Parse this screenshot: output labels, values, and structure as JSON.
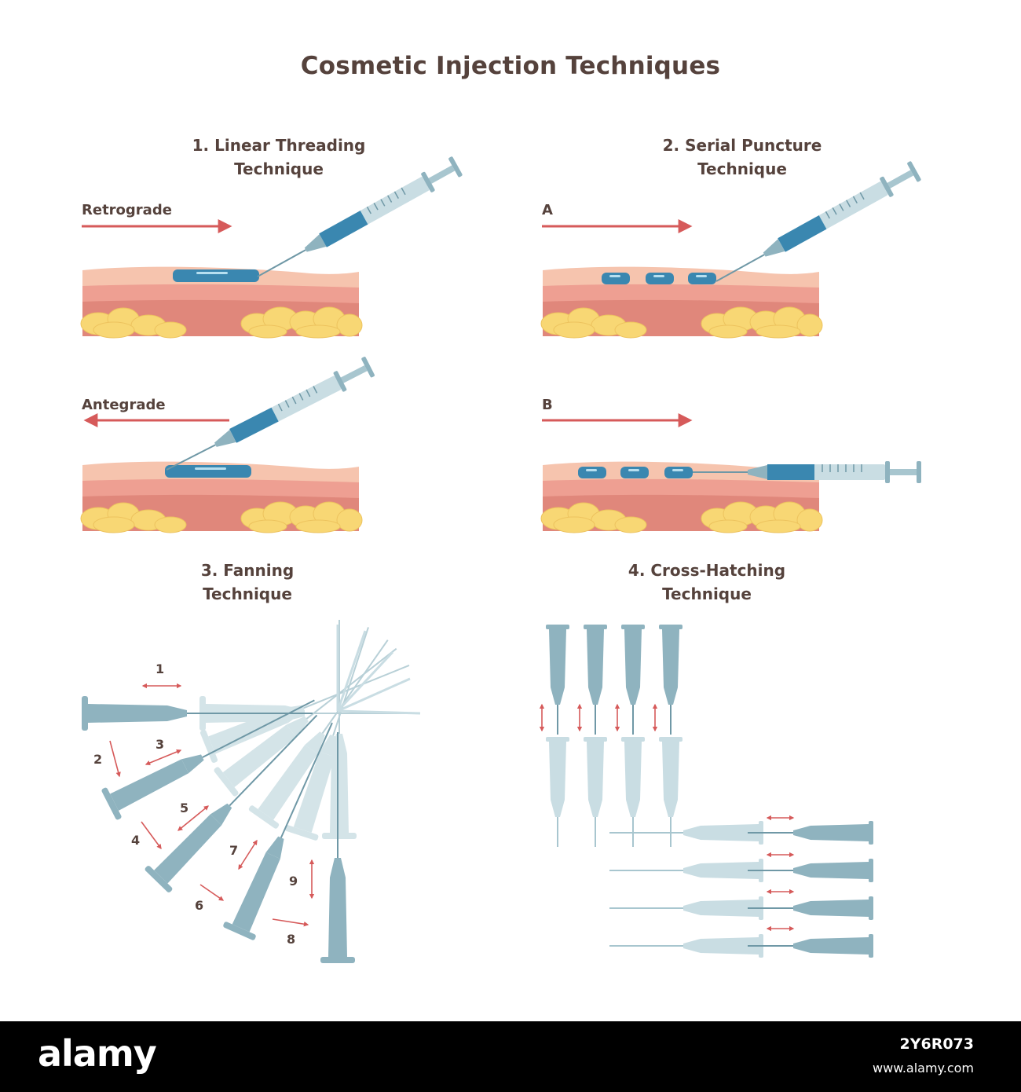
{
  "title": "Cosmetic Injection Techniques",
  "panels": {
    "linear": {
      "title_line1": "1. Linear Threading",
      "title_line2": "Technique",
      "retrograde": "Retrograde",
      "antegrade": "Antegrade"
    },
    "serial": {
      "title_line1": "2. Serial Puncture",
      "title_line2": "Technique",
      "label_a": "A",
      "label_b": "B"
    },
    "fanning": {
      "title_line1": "3. Fanning",
      "title_line2": "Technique",
      "steps": [
        "1",
        "2",
        "3",
        "4",
        "5",
        "6",
        "7",
        "8",
        "9"
      ]
    },
    "crosshatch": {
      "title_line1": "4. Cross-Hatching",
      "title_line2": "Technique"
    }
  },
  "footer": {
    "logo": "alamy",
    "image_code": "2Y6R073",
    "url": "www.alamy.com"
  },
  "colors": {
    "arrow_red": "#d65a5a",
    "syringe_blue": "#8fb3bf",
    "syringe_light": "#c9dde3",
    "filler_blue": "#3a87b0",
    "skin_top": "#f6c4ae",
    "skin_mid": "#ee9f92",
    "skin_deep": "#e0877b",
    "fat_yellow": "#f8d774"
  }
}
